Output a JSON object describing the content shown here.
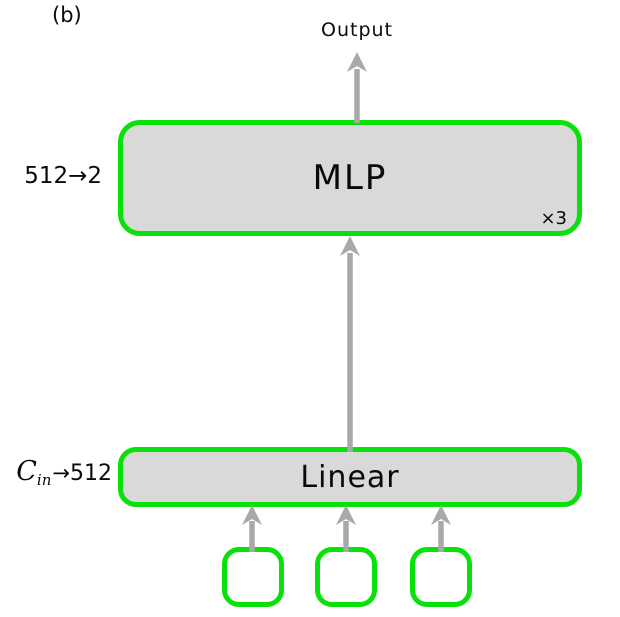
{
  "colors": {
    "border_green": "#0ae00a",
    "block_fill": "#d9d9d9",
    "input_fill": "#ffffff",
    "arrow_gray": "#a9a9a9",
    "text_black": "#0a0a0a",
    "background": "#ffffff"
  },
  "panel": {
    "label": "(b)"
  },
  "output": {
    "label": "Output"
  },
  "mlp_block": {
    "label": "MLP",
    "repeat_badge": "×3",
    "dims_label": "512→2"
  },
  "linear_block": {
    "label": "Linear",
    "dims": {
      "var": "C",
      "subscript": "in",
      "arrow": "→",
      "value": "512"
    }
  },
  "input_tokens": {
    "count": 3
  }
}
